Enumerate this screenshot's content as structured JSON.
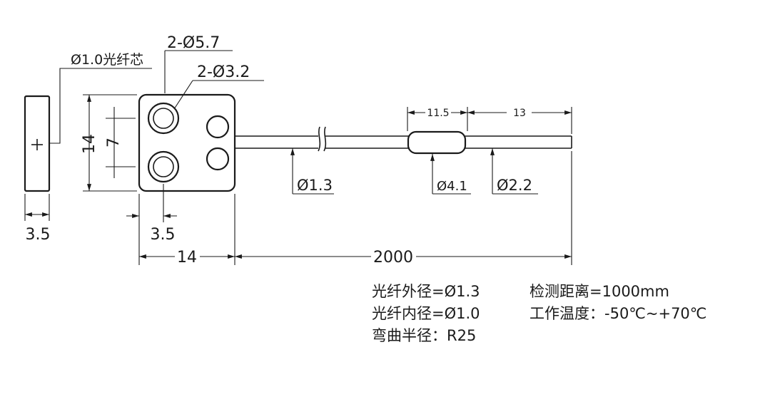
{
  "drawing": {
    "core_note": "Ø1.0光纤芯",
    "holes_large": "2-Ø5.7",
    "holes_small": "2-Ø3.2",
    "dim_height": "14",
    "dim_hole_pitch": "7",
    "dim_side_width": "3.5",
    "dim_hole_offset": "3.5",
    "dim_block_width": "14",
    "dim_fiber_od": "Ø1.3",
    "dim_sleeve_length": "11.5",
    "dim_tail_length": "13",
    "dim_sleeve_od": "Ø4.1",
    "dim_tail_od": "Ø2.2",
    "dim_total_length": "2000"
  },
  "specs": {
    "fiber_outer": "光纤外径=Ø1.3",
    "fiber_inner": "光纤内径=Ø1.0",
    "bend_radius": "弯曲半径：R25",
    "detect_distance": "检测距离=1000mm",
    "operating_temp": "工作温度：-50℃~+70℃"
  }
}
